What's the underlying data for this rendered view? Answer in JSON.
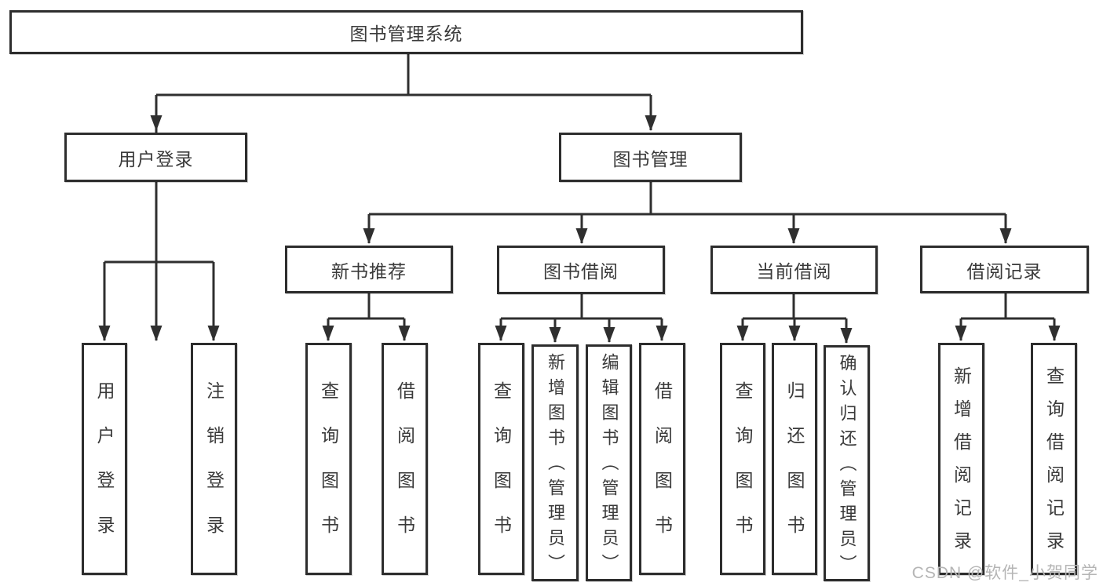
{
  "diagram": {
    "title": "图书管理系统",
    "watermark": "CSDN @软件_小贺同学",
    "colors": {
      "line": "#2f2f2f",
      "box_border": "#2d2d2d",
      "text": "#3a3a3a",
      "watermark": "#b5b5b5",
      "background": "#ffffff"
    },
    "root": {
      "label": "图书管理系统"
    },
    "level2": [
      {
        "label": "用户登录"
      },
      {
        "label": "图书管理"
      }
    ],
    "level3": [
      {
        "label": "新书推荐"
      },
      {
        "label": "图书借阅"
      },
      {
        "label": "当前借阅"
      },
      {
        "label": "借阅记录"
      }
    ],
    "user_login_children": [
      {
        "label": "用户登录"
      },
      {
        "label": "注销登录"
      }
    ],
    "new_book_children": [
      {
        "label": "查询图书"
      },
      {
        "label": "借阅图书"
      }
    ],
    "book_borrow_children": [
      {
        "label": "查询图书"
      },
      {
        "label": "新增图书（管理员）"
      },
      {
        "label": "编辑图书（管理员）"
      },
      {
        "label": "借阅图书"
      }
    ],
    "current_borrow_children": [
      {
        "label": "查询图书"
      },
      {
        "label": "归还图书"
      },
      {
        "label": "确认归还（管理员）"
      }
    ],
    "record_children": [
      {
        "label": "新增借阅记录"
      },
      {
        "label": "查询借阅记录"
      }
    ]
  }
}
